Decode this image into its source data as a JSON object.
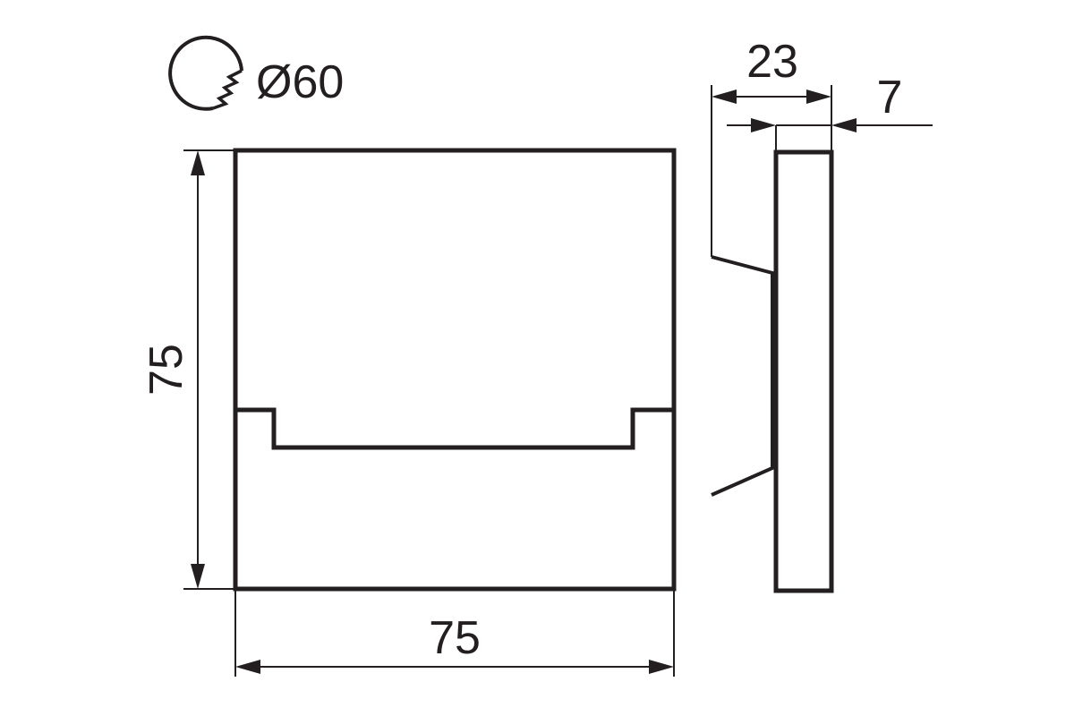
{
  "drawing": {
    "cutout_label": "Ø60",
    "cutout_icon": "hole-saw-icon",
    "front_view": {
      "height_label": "75",
      "width_label": "75"
    },
    "side_view": {
      "depth_label": "23",
      "plate_label": "7"
    },
    "line_color": "#231f20",
    "background_color": "#ffffff"
  }
}
